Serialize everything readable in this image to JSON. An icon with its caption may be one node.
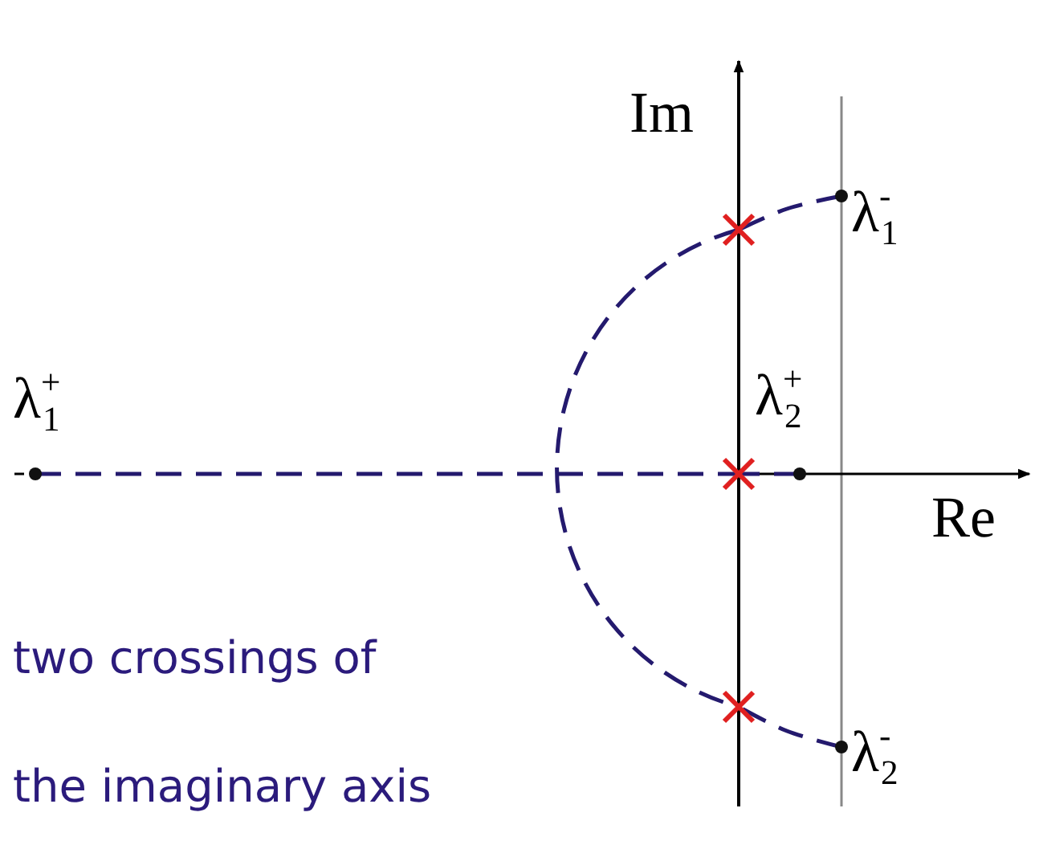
{
  "diagram": {
    "labels": [
      "Im",
      "λ$_{1}$$^{-}$",
      "λ$_{1}$$^{+}$",
      "λ$_{2}$$^{+}$",
      "Re",
      "two crossings of the imaginary axis",
      "λ$_{2}$$^{-}$"
    ]
  }
}
